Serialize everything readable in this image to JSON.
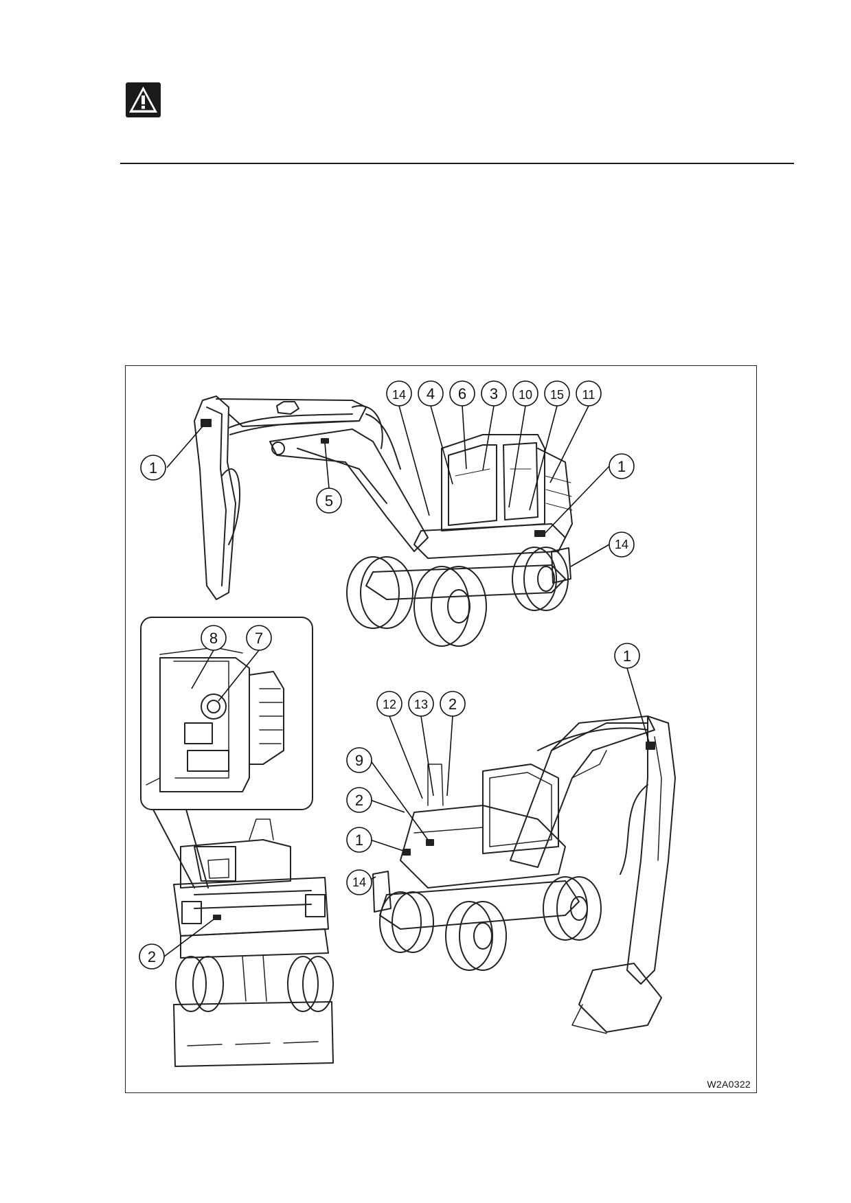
{
  "header": {
    "icon": "warning-triangle-icon"
  },
  "figure": {
    "code": "W2A0322",
    "callouts": {
      "top_boom_1": "1",
      "top_cab_14": "14",
      "top_cab_4": "4",
      "top_cab_6": "6",
      "top_cab_3": "3",
      "top_cab_10": "10",
      "top_cab_15": "15",
      "top_cab_11": "11",
      "top_right_1": "1",
      "top_boom_5": "5",
      "top_blade_14": "14",
      "inset_8": "8",
      "inset_7": "7",
      "rear_2": "2",
      "bottom_arm_1": "1",
      "bottom_12": "12",
      "bottom_13": "13",
      "bottom_2_top": "2",
      "bottom_9": "9",
      "bottom_2_side": "2",
      "bottom_1_side": "1",
      "bottom_blade_14": "14"
    }
  }
}
